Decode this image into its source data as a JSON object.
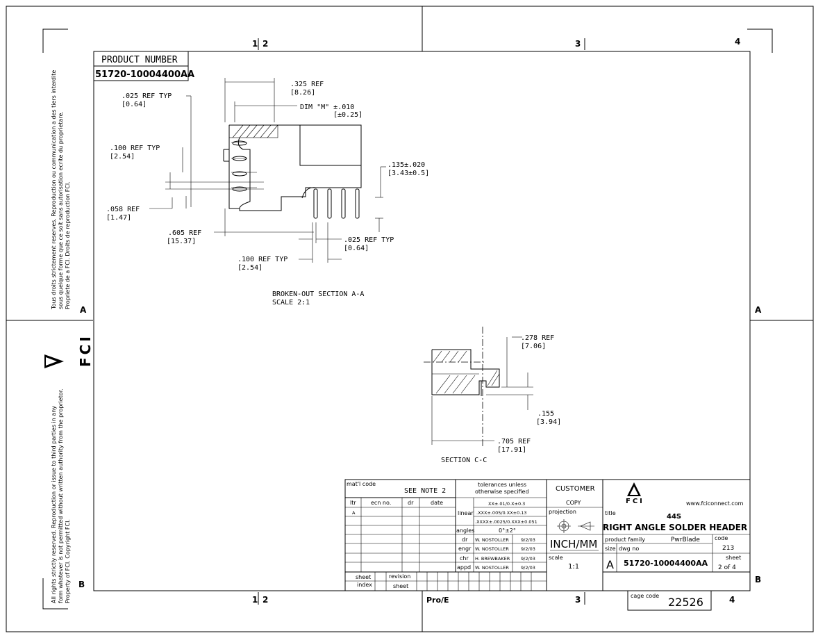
{
  "drawing": {
    "product_number_label": "PRODUCT NUMBER",
    "product_number": "51720-10004400AA",
    "zones_top": [
      "1",
      "2",
      "3",
      "4"
    ],
    "zones_side": [
      "A",
      "B"
    ],
    "brand_mark": "FCI",
    "side_note_french": [
      "Tous droits strictement reserves.  Reproduction ou communication a des tiers interdite",
      "sous quelque forme que ce soit sans autorisation ecrite du proprietare.",
      "Propriete de a FCI.  Droits de reproduction FCI."
    ],
    "side_note_english": [
      "All rights strictly reserved.  Reproduction or issue to third parties in any",
      "form whatever is not permitted without written authority from the proprietor.",
      "Property of FCI.  Copyright FCI."
    ],
    "cad_software": "Pro/E"
  },
  "section_aa": {
    "dims": {
      "d1_a": ".325  REF",
      "d1_b": "[8.26]",
      "d2_a": "DIM \"M\" ±.010",
      "d2_b": "[±0.25]",
      "d3_a": ".025  REF TYP",
      "d3_b": "[0.64]",
      "d4_a": ".100  REF TYP",
      "d4_b": "[2.54]",
      "d5_a": ".135±.020",
      "d5_b": "[3.43±0.5]",
      "d6_a": ".058  REF",
      "d6_b": "[1.47]",
      "d7_a": ".605   REF",
      "d7_b": "[15.37]",
      "d8_a": ".025  REF TYP",
      "d8_b": "[0.64]",
      "d9_a": ".100  REF TYP",
      "d9_b": "[2.54]"
    },
    "caption": "BROKEN-OUT SECTION  A-A",
    "scale": "SCALE  2:1"
  },
  "section_cc": {
    "dims": {
      "d1_a": ".278  REF",
      "d1_b": "[7.06]",
      "d2_a": ".155",
      "d2_b": "[3.94]",
      "d3_a": ".705   REF",
      "d3_b": "[17.91]"
    },
    "caption": "SECTION  C-C"
  },
  "title_block": {
    "matl_code_label": "mat'l code",
    "matl_code_value": "SEE NOTE 2",
    "tolerances_header_1": "tolerances unless",
    "tolerances_header_2": "otherwise specified",
    "rev_cols": [
      "ltr",
      "ecn no.",
      "dr",
      "date"
    ],
    "rev_row_ltr": "A",
    "linear_label": "linear",
    "linear_1": "XX±.01/0.X±0.3",
    "linear_2": ".XXX±.005/0.XX±0.13",
    "linear_3": ".XXXX±.0025/0.XXX±0.051",
    "angles_label": "angles",
    "angles_value": "0°±2°",
    "roles": [
      {
        "role": "dr",
        "name": "W. NOSTOLLER",
        "date": "9/2/03"
      },
      {
        "role": "engr",
        "name": "W. NOSTOLLER",
        "date": "9/2/03"
      },
      {
        "role": "chr",
        "name": "H. BREWBAKER",
        "date": "9/2/03"
      },
      {
        "role": "appd",
        "name": "W. NOSTOLLER",
        "date": "9/2/03"
      }
    ],
    "customer": "CUSTOMER",
    "copy": "COPY",
    "projection_label": "projection",
    "units": "INCH/MM",
    "scale_label": "scale",
    "scale_value": "1:1",
    "company": "FCI",
    "website": "www.fciconnect.com",
    "title_label": "title",
    "title_line1": "44S",
    "title_line2": "RIGHT ANGLE SOLDER HEADER",
    "product_family_label": "product family",
    "product_family": "PwrBlade",
    "code_label": "code",
    "code_value": "213",
    "size_label": "size",
    "size_value": "A",
    "dwg_no_label": "dwg no",
    "dwg_no": "51720-10004400AA",
    "sheet_label": "sheet",
    "sheet_value": "2 of 4",
    "sheet_index_1": "sheet",
    "sheet_index_2": "index",
    "revision_label": "revision",
    "sheet_label2": "sheet",
    "cage_code_label": "cage code",
    "cage_code": "22526"
  }
}
